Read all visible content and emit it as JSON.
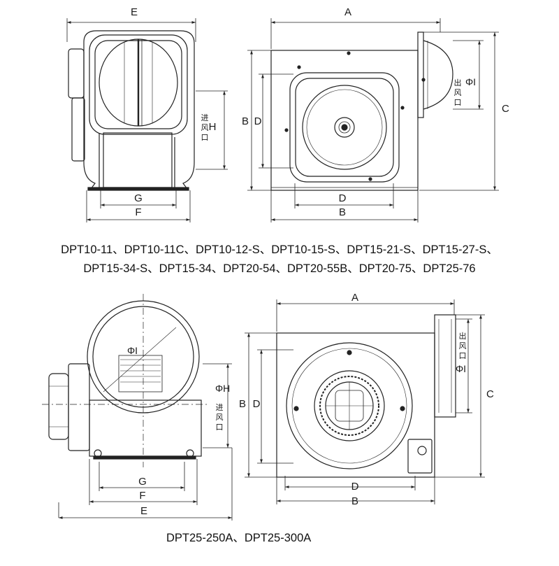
{
  "top_front": {
    "dim_E": "E",
    "dim_G": "G",
    "dim_F": "F",
    "dim_H": "H",
    "inlet_label": [
      "进",
      "风",
      "口"
    ]
  },
  "top_side": {
    "dim_A": "A",
    "dim_B": "B",
    "dim_D_bottom": "D",
    "dim_B_left": "B",
    "dim_D_left": "D",
    "dim_C": "C",
    "dim_PhiI": "ΦI",
    "outlet_label": [
      "出",
      "风",
      "口"
    ]
  },
  "caption_top": {
    "line1": "DPT10-11、DPT10-11C、DPT10-12-S、DPT10-15-S、DPT15-21-S、DPT15-27-S、",
    "line2": "DPT15-34-S、DPT15-34、DPT20-54、DPT20-55B、DPT20-75、DPT25-76"
  },
  "bottom_front": {
    "dim_PhiI": "ΦI",
    "dim_PhiH": "ΦH",
    "dim_G": "G",
    "dim_F": "F",
    "dim_E": "E",
    "inlet_label": [
      "进",
      "风",
      "口"
    ]
  },
  "bottom_side": {
    "dim_A": "A",
    "dim_B": "B",
    "dim_D_bottom": "D",
    "dim_B_left": "B",
    "dim_D_left": "D",
    "dim_C": "C",
    "dim_PhiI": "ΦI",
    "outlet_label": [
      "出",
      "风",
      "口"
    ]
  },
  "caption_bottom": "DPT25-250A、DPT25-300A"
}
